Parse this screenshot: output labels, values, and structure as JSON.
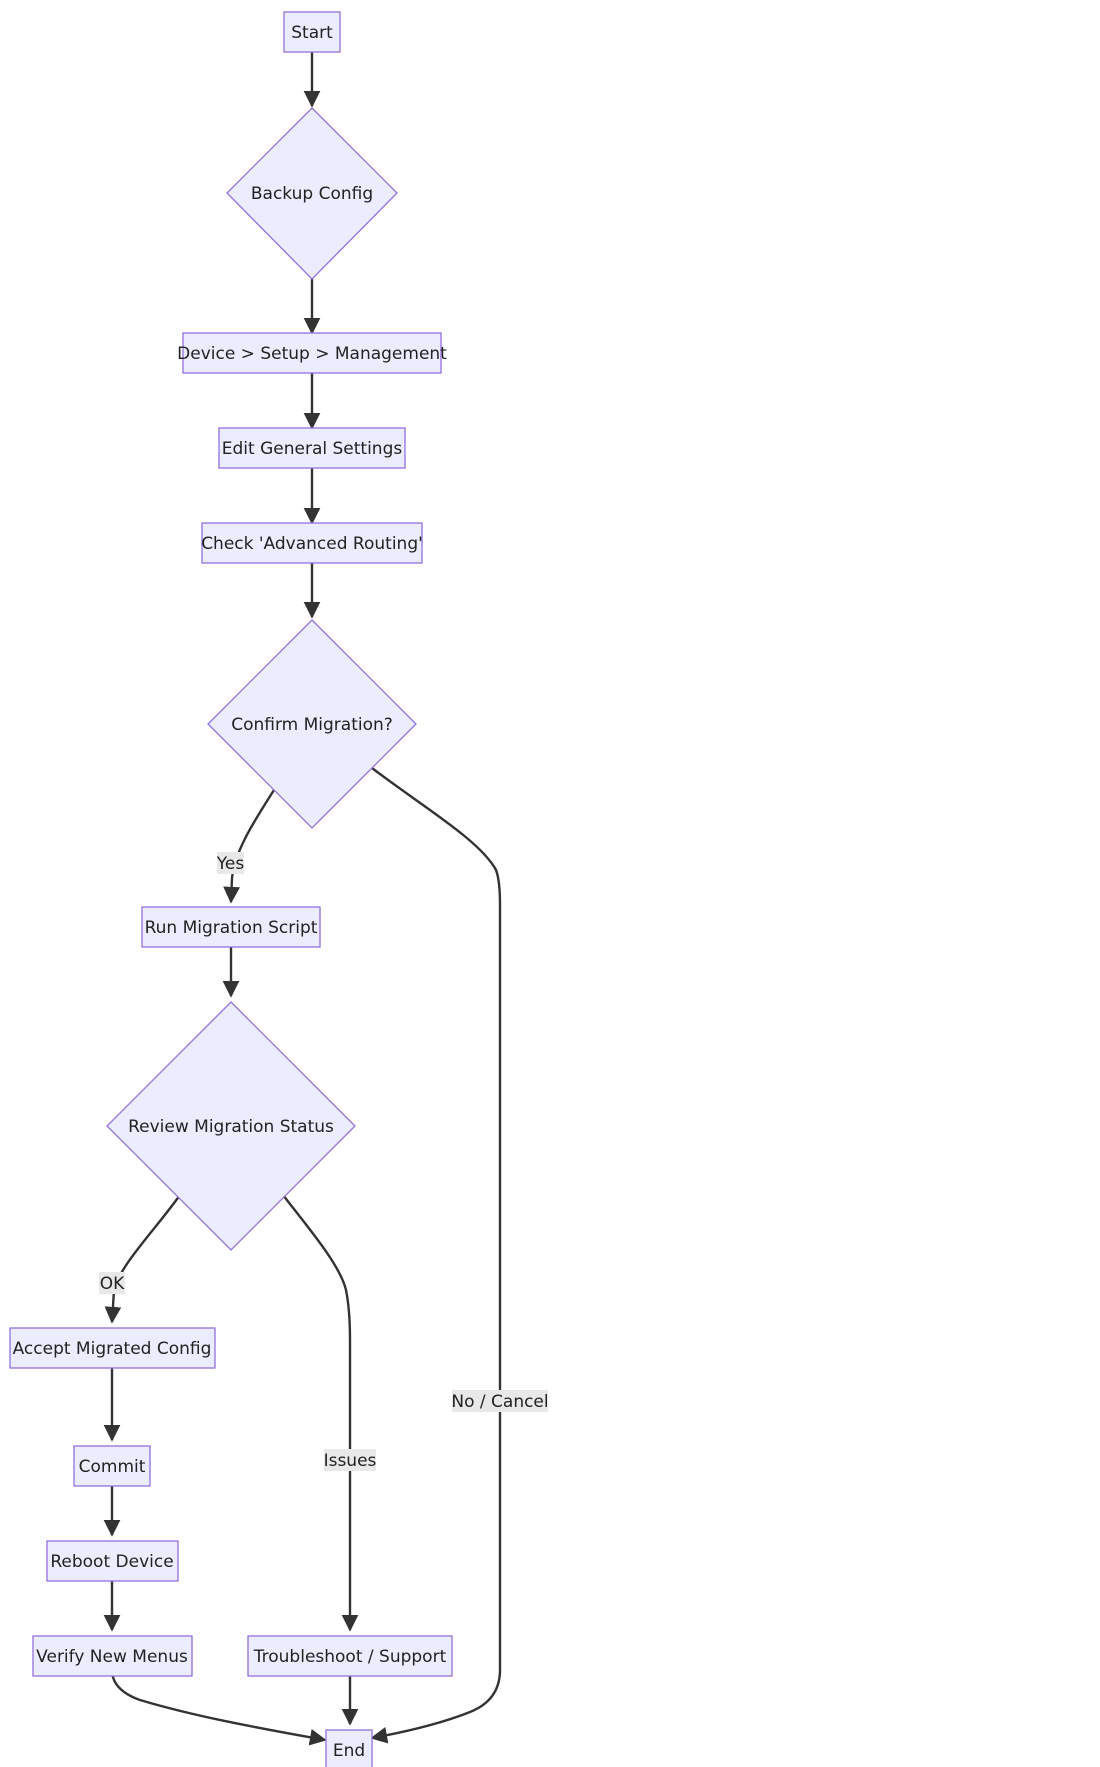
{
  "diagram": {
    "nodes": {
      "start": "Start",
      "backup": "Backup Config",
      "nav": "Device > Setup > Management",
      "edit": "Edit General Settings",
      "check": "Check 'Advanced Routing'",
      "confirm": "Confirm Migration?",
      "run": "Run Migration Script",
      "review": "Review Migration Status",
      "accept": "Accept Migrated Config",
      "commit": "Commit",
      "reboot": "Reboot Device",
      "verify": "Verify New Menus",
      "troubleshoot": "Troubleshoot / Support",
      "end": "End"
    },
    "edge_labels": {
      "yes": "Yes",
      "no_cancel": "No / Cancel",
      "ok": "OK",
      "issues": "Issues"
    },
    "colors": {
      "node_fill": "#ececff",
      "node_stroke": "#9370db",
      "edge": "#333333",
      "label_bg": "#e8e8e8"
    }
  }
}
